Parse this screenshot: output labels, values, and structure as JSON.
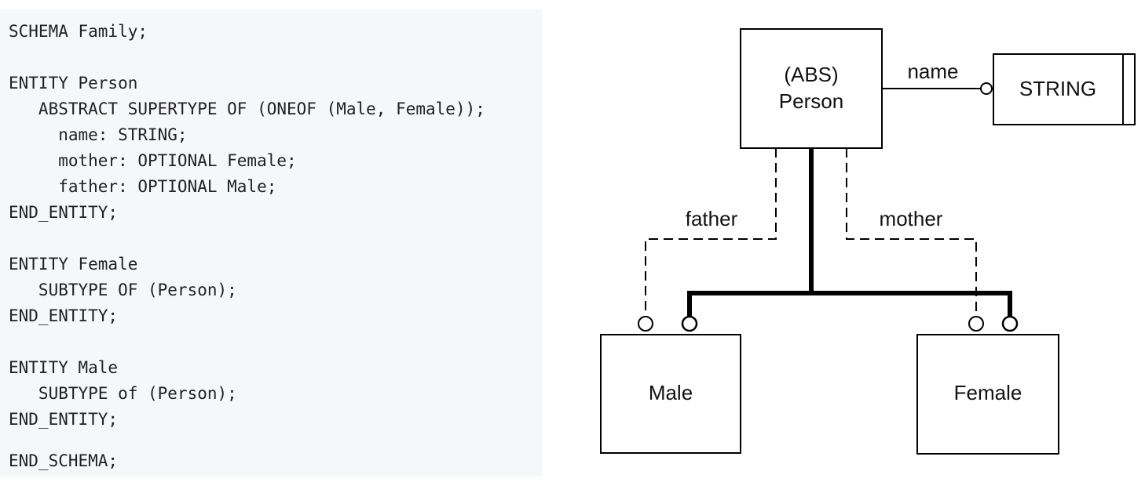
{
  "code": {
    "lines": [
      "SCHEMA Family;",
      "",
      "ENTITY Person",
      "   ABSTRACT SUPERTYPE OF (ONEOF (Male, Female));",
      "     name: STRING;",
      "     mother: OPTIONAL Female;",
      "     father: OPTIONAL Male;",
      "END_ENTITY;",
      "",
      "ENTITY Female",
      "   SUBTYPE OF (Person);",
      "END_ENTITY;",
      "",
      "ENTITY Male",
      "   SUBTYPE of (Person);",
      "END_ENTITY;",
      "",
      "END_SCHEMA;"
    ]
  },
  "diagram": {
    "person": {
      "line1": "(ABS)",
      "line2": "Person"
    },
    "string": {
      "label": "STRING"
    },
    "male": {
      "label": "Male"
    },
    "female": {
      "label": "Female"
    },
    "relations": {
      "name": "name",
      "father": "father",
      "mother": "mother"
    }
  }
}
